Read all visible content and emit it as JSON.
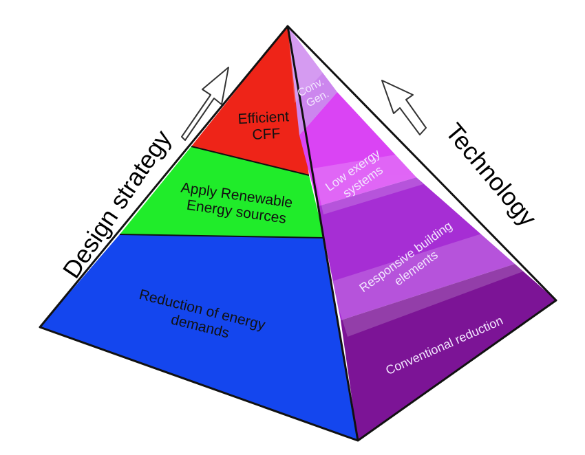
{
  "diagram": {
    "left_title": "Design strategy",
    "right_title": "Technology",
    "left_face": {
      "layers": [
        {
          "lines": [
            "Efficient",
            "CFF"
          ],
          "color": "#ee2418"
        },
        {
          "lines": [
            "Apply Renewable",
            "Energy sources"
          ],
          "color": "#20ec2a"
        },
        {
          "lines": [
            "Reduction of energy",
            "demands"
          ],
          "color": "#1446ee"
        }
      ]
    },
    "right_face": {
      "layers": [
        {
          "lines": [
            "Conv.",
            "Gen."
          ],
          "color": "#cc86ee"
        },
        {
          "lines": [
            "Low exergy",
            "systems"
          ],
          "color": "#da44f4"
        },
        {
          "lines": [
            "Responsive building",
            "elements"
          ],
          "color": "#a62ed4"
        },
        {
          "lines": [
            "Conventional  reduction"
          ],
          "color": "#7c1496"
        }
      ]
    }
  }
}
